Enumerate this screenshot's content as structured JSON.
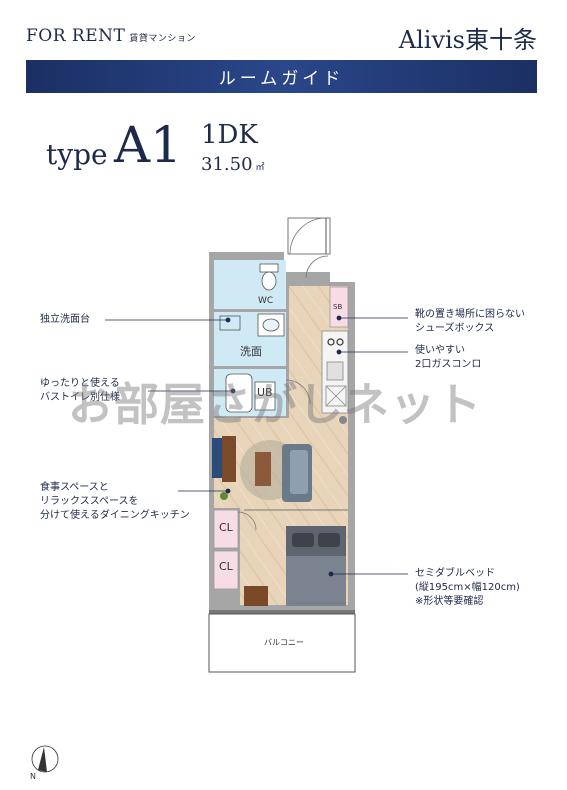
{
  "header": {
    "for_rent": "FOR RENT",
    "for_rent_sub": "賃貸マンション",
    "brand": "Alivis東十条",
    "banner": "ルームガイド"
  },
  "unit": {
    "type_word": "type",
    "type_code": "A1",
    "layout": "1DK",
    "area": "31.50",
    "area_unit": "㎡"
  },
  "rooms": {
    "wc": "WC",
    "sb": "SB",
    "washroom": "洗面",
    "ub": "UB",
    "cl1": "CL",
    "cl2": "CL",
    "balcony": "バルコニー"
  },
  "callouts": {
    "left_1": [
      "独立洗面台"
    ],
    "left_2": [
      "ゆったりと使える",
      "バストイレ別仕様"
    ],
    "left_3": [
      "食事スペースと",
      "リラックススペースを",
      "分けて使えるダイニングキッチン"
    ],
    "right_1": [
      "靴の置き場所に困らない",
      "シューズボックス"
    ],
    "right_2": [
      "使いやすい",
      "2口ガスコンロ"
    ],
    "right_3": [
      "セミダブルベッド",
      "(縦195cm×幅120cm)",
      "※形状等要確認"
    ]
  },
  "compass": {
    "label": "N"
  },
  "watermark": "お部屋さがしネット",
  "colors": {
    "navy": "#1d2a4a",
    "banner": "#2a478a",
    "floor": "#e6d3b8",
    "wet_area": "#cfe9f5",
    "storage": "#f7dce6",
    "wall": "#a6a6a6"
  }
}
